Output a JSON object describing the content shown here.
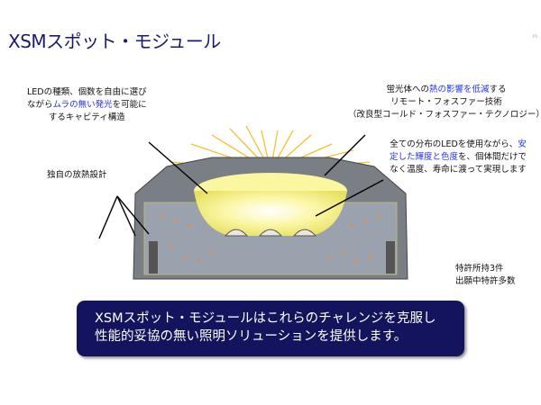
{
  "title": "XSMスポット・モジュール",
  "page_marker": "P3",
  "notes": {
    "cavity": {
      "l1": "LEDの種類、個数を自由に選び",
      "l2a": "ながら",
      "l2b": "ムラの無い発光",
      "l2c": "を可能に",
      "l3": "するキャビティ構造"
    },
    "remote": {
      "l1a": "蛍光体への",
      "l1b": "熱の影響を低減",
      "l1c": "する",
      "l2": "リモート・フォスファー技術",
      "l3": "（改良型コールド・フォスファー・テクノロジー）"
    },
    "stable": {
      "l1a": "全ての分布のLEDを使用ながら、",
      "l1b": "安",
      "l2a": "定した輝度と色度",
      "l2b": "を、個体間だけで",
      "l3": "なく温度、寿命に渡って実現します"
    },
    "heat": "独自の放熱設計",
    "patent": {
      "l1": "特許所持3件",
      "l2": "出願中特許多数"
    }
  },
  "callout": {
    "l1": "XSMスポット・モジュールはこれらのチャレンジを克服し",
    "l2": "性能的妥協の無い照明ソリューションを提供します。"
  },
  "colors": {
    "title": "#1a1a6e",
    "highlight": "#2233ee",
    "callout_bg": "#14145e"
  }
}
